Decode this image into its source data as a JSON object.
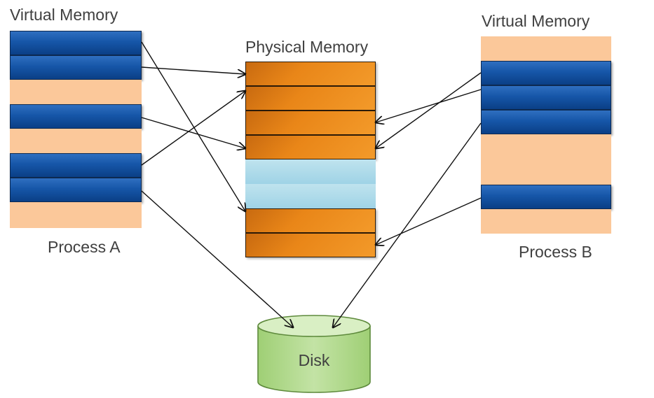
{
  "process_a": {
    "header": "Virtual Memory",
    "label": "Process A",
    "pages": [
      "mapped",
      "mapped",
      "empty",
      "mapped",
      "empty",
      "mapped",
      "mapped",
      "empty"
    ]
  },
  "physical": {
    "header": "Physical Memory",
    "frames": [
      "used",
      "used",
      "used",
      "used",
      "free",
      "free",
      "used",
      "used"
    ]
  },
  "process_b": {
    "header": "Virtual Memory",
    "label": "Process B",
    "pages": [
      "empty",
      "mapped",
      "mapped",
      "mapped",
      "empty",
      "empty",
      "mapped",
      "empty"
    ]
  },
  "disk": {
    "label": "Disk"
  },
  "colors": {
    "virtual_page": "#1656a8",
    "physical_frame": "#e98618",
    "empty_page": "#fbc89a",
    "free_frame": "#a8d8e8",
    "disk": "#b7dd93"
  }
}
